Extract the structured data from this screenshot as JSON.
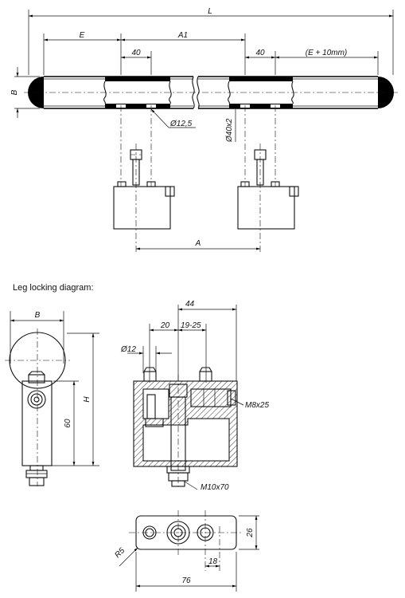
{
  "caption": "Leg locking diagram:",
  "top_view": {
    "dim_L": "L",
    "dim_E": "E",
    "dim_A1": "A1",
    "dim_40_left": "40",
    "dim_40_right": "40",
    "dim_E10": "(E + 10mm)",
    "dim_B": "B",
    "dim_d125": "Ø12,5",
    "dim_d40x2": "Ø40x2",
    "dim_A": "A"
  },
  "side_view": {
    "dim_B": "B",
    "dim_H": "H",
    "dim_60": "60"
  },
  "section_view": {
    "dim_44": "44",
    "dim_20": "20",
    "dim_19_25": "19-25",
    "dim_d12": "Ø12",
    "dim_M8x25": "M8x25",
    "dim_M10x70": "M10x70"
  },
  "plan_view": {
    "dim_26": "26",
    "dim_R5": "R5",
    "dim_18": "18",
    "dim_76": "76"
  }
}
